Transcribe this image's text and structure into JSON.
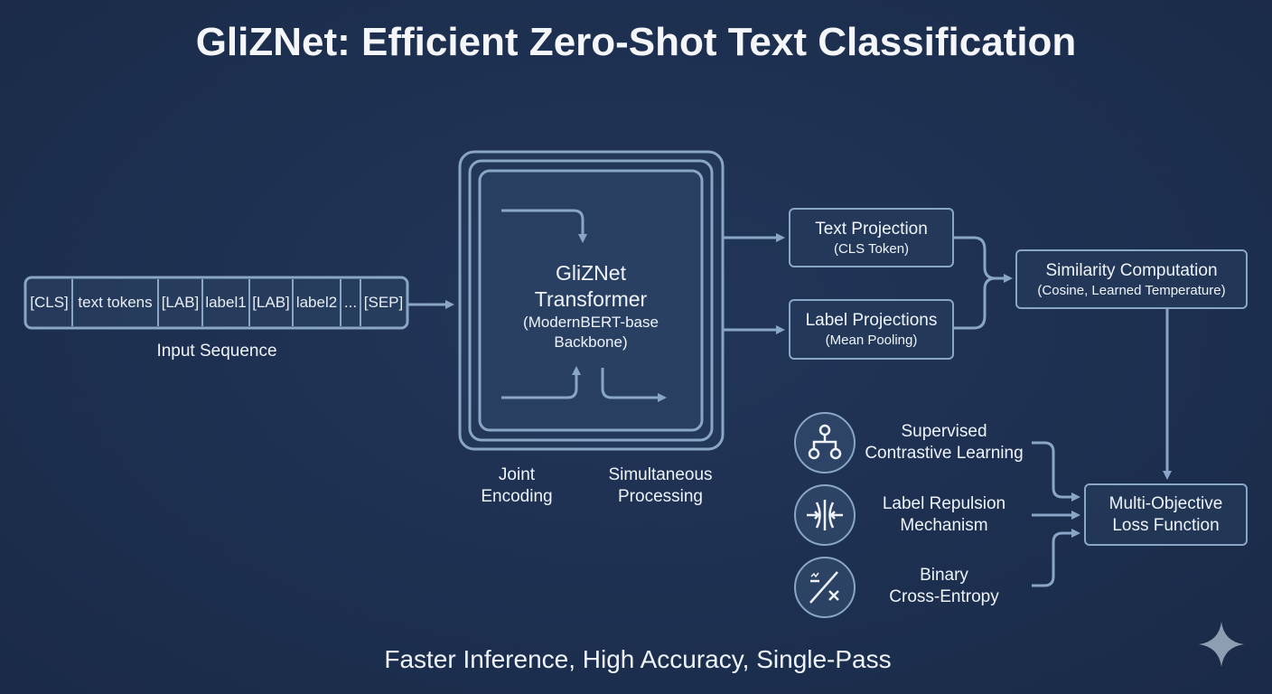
{
  "title": "GliZNet: Efficient Zero-Shot Text Classification",
  "input_sequence": {
    "tokens": [
      "[CLS]",
      "text tokens",
      "[LAB]",
      "label1",
      "[LAB]",
      "label2",
      "...",
      "[SEP]"
    ],
    "caption": "Input Sequence"
  },
  "transformer": {
    "name_line1": "GliZNet",
    "name_line2": "Transformer",
    "backbone_line1": "(ModernBERT-base",
    "backbone_line2": "Backbone)",
    "caption_left": [
      "Joint",
      "Encoding"
    ],
    "caption_right": [
      "Simultaneous",
      "Processing"
    ]
  },
  "text_projection": {
    "title": "Text Projection",
    "subtitle": "(CLS Token)"
  },
  "label_projections": {
    "title": "Label Projections",
    "subtitle": "(Mean Pooling)"
  },
  "similarity": {
    "title": "Similarity Computation",
    "subtitle": "(Cosine, Learned Temperature)"
  },
  "losses": [
    {
      "icon": "hierarchy-icon",
      "line1": "Supervised",
      "line2": "Contrastive Learning"
    },
    {
      "icon": "repulsion-icon",
      "line1": "Label Repulsion",
      "line2": "Mechanism"
    },
    {
      "icon": "binary-cross-icon",
      "line1": "Binary",
      "line2": "Cross-Entropy"
    }
  ],
  "multi_objective": {
    "line1": "Multi-Objective",
    "line2": "Loss Function"
  },
  "footer": "Faster Inference, High Accuracy, Single-Pass",
  "colors": {
    "background": "#1e3050",
    "line": "#8aa6c6",
    "text": "#eef3fa"
  }
}
